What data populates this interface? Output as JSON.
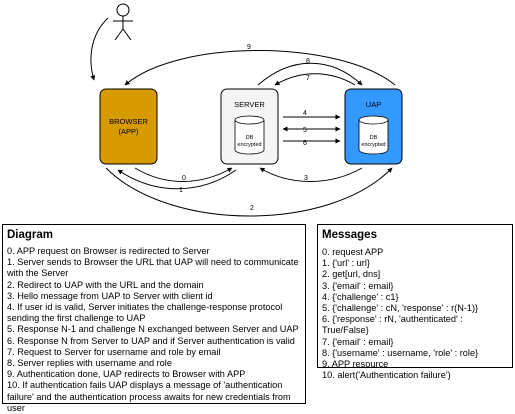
{
  "nodes": {
    "browser": {
      "line1": "BROWSER",
      "line2": "(APP)",
      "color": "#d79b00"
    },
    "server": {
      "label": "SERVER",
      "db_line1": "DB",
      "db_line2": "encrypted",
      "color": "#f5f5f5"
    },
    "uap": {
      "label": "UAP",
      "db_line1": "DB",
      "db_line2": "encrypted",
      "color": "#3399ff"
    }
  },
  "arrows": {
    "a0": "0",
    "a1": "1",
    "a2": "2",
    "a3": "3",
    "a4": "4",
    "a5": "5",
    "a6": "6",
    "a7": "7",
    "a8": "8",
    "a9": "9"
  },
  "diagram": {
    "title": "Diagram",
    "lines": [
      "0. APP request on Browser is redirected to Server",
      "1. Server sends to Browser the URL that UAP will need to communicate with the Server",
      "2. Redirect to UAP with the URL and the domain",
      "3. Hello message from UAP to Server with client id",
      "4. If user id is valid, Server initiates the challenge-response protocol sending the first challenge to UAP",
      "5. Response N-1 and challenge N exchanged between Server and UAP",
      "6. Response N from Server to UAP and if Server authentication is valid",
      "7. Request to Server for username and role by email",
      "8. Server replies with username and role",
      "9. Authentication done, UAP redirects to Browser with APP",
      "10. If authentication fails UAP displays a message of 'authentication failure' and the authentication process awaits for new credentials from user"
    ]
  },
  "messages": {
    "title": "Messages",
    "lines": [
      "0. request APP",
      "1. {'url' : url}",
      "2. get[url, dns]",
      "3. {'email' : email}",
      "4. {'challenge' : c1}",
      "5. {'challenge' : cN, 'response' : r(N-1)}",
      "6. {'response' : rN, 'authenticated' : True/False}",
      "7. {'email' : email}",
      "8. {'username' : username, 'role' : role}",
      "9. APP resource",
      "10. alert('Authentication failure')"
    ]
  }
}
